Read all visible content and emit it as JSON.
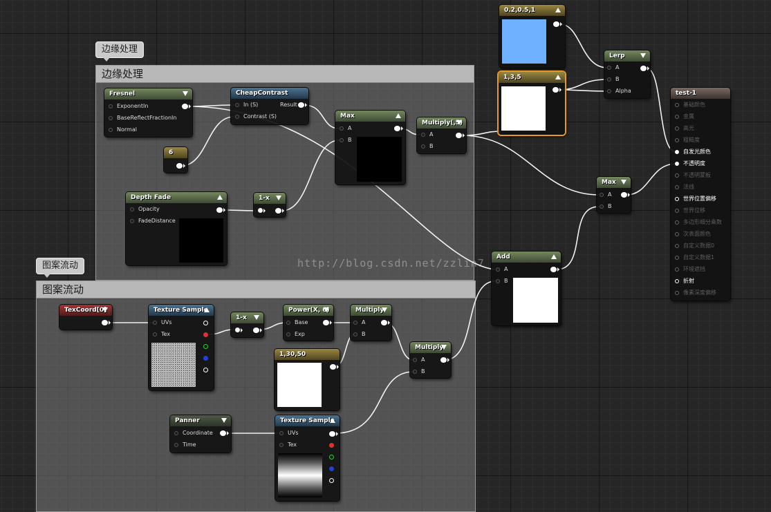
{
  "comments": {
    "edge": {
      "bubble": "边缘处理",
      "title": "边缘处理"
    },
    "pattern": {
      "bubble": "图案流动",
      "title": "图案流动"
    }
  },
  "nodes": {
    "fresnel": {
      "title": "Fresnel",
      "pins": [
        "ExponentIn",
        "BaseReflectFractionIn",
        "Normal"
      ]
    },
    "cheap_contrast": {
      "title": "CheapContrast",
      "in": "In (S)",
      "contrast": "Contrast (S)",
      "result": "Result"
    },
    "const_6": {
      "title": "6"
    },
    "max1": {
      "title": "Max",
      "a": "A",
      "b": "B"
    },
    "multiply_05": {
      "title": "Multiply(,5)",
      "a": "A",
      "b": "B"
    },
    "depth_fade": {
      "title": "Depth Fade",
      "opacity": "Opacity",
      "fade_distance": "FadeDistance"
    },
    "one_minus_1": {
      "title": "1-x"
    },
    "color_const_blue": {
      "title": "0.2,0.5,1",
      "color": "#6fb1ff"
    },
    "color_const_135": {
      "title": "1,3,5"
    },
    "lerp": {
      "title": "Lerp",
      "a": "A",
      "b": "B",
      "alpha": "Alpha"
    },
    "max2": {
      "title": "Max",
      "a": "A",
      "b": "B"
    },
    "add": {
      "title": "Add",
      "a": "A",
      "b": "B"
    },
    "texcoord": {
      "title": "TexCoord[0]"
    },
    "texture_sample_1": {
      "title": "Texture Sample",
      "uvs": "UVs",
      "tex": "Tex"
    },
    "one_minus_2": {
      "title": "1-x"
    },
    "power": {
      "title": "Power(X, 6)",
      "base": "Base",
      "exp": "Exp"
    },
    "multiply2": {
      "title": "Multiply",
      "a": "A",
      "b": "B"
    },
    "multiply3": {
      "title": "Multiply",
      "a": "A",
      "b": "B"
    },
    "color_const_13050": {
      "title": "1,30,50"
    },
    "panner": {
      "title": "Panner",
      "coordinate": "Coordinate",
      "time": "Time"
    },
    "texture_sample_2": {
      "title": "Texture Sample",
      "uvs": "UVs",
      "tex": "Tex"
    }
  },
  "result_node": {
    "title": "test-1",
    "pins": [
      {
        "label": "基础颜色",
        "state": "off"
      },
      {
        "label": "金属",
        "state": "off"
      },
      {
        "label": "高光",
        "state": "off"
      },
      {
        "label": "粗糙度",
        "state": "off"
      },
      {
        "label": "自发光颜色",
        "state": "on"
      },
      {
        "label": "不透明度",
        "state": "on"
      },
      {
        "label": "不透明蒙板",
        "state": "off"
      },
      {
        "label": "法线",
        "state": "off"
      },
      {
        "label": "世界位置偏移",
        "state": "hole"
      },
      {
        "label": "世界位移",
        "state": "off"
      },
      {
        "label": "多边形细分乘数",
        "state": "off"
      },
      {
        "label": "次表面颜色",
        "state": "off"
      },
      {
        "label": "自定义数据0",
        "state": "off"
      },
      {
        "label": "自定义数据1",
        "state": "off"
      },
      {
        "label": "环境遮挡",
        "state": "off"
      },
      {
        "label": "折射",
        "state": "hole"
      },
      {
        "label": "像素深度偏移",
        "state": "off"
      }
    ]
  },
  "watermark": "http://blog.csdn.net/zzlin7"
}
